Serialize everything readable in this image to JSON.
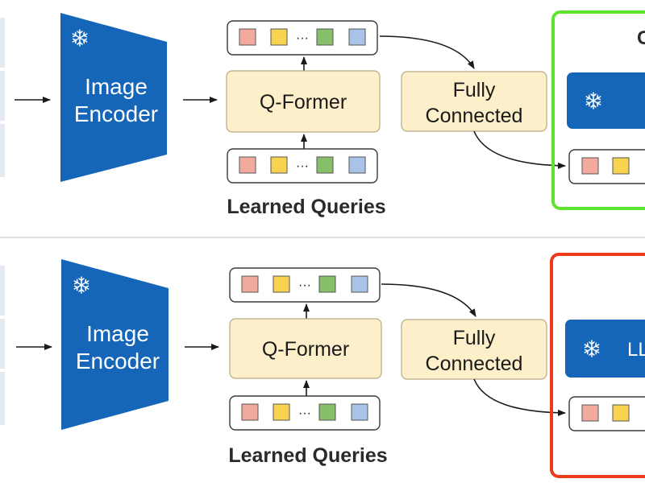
{
  "colors": {
    "encoder_blue": "#1565b8",
    "qformer_fill": "#fcefc9",
    "qformer_stroke": "#b7ab84",
    "token_row_stroke": "#3a3a3a",
    "token_red": "#f3aa9e",
    "token_yellow": "#f7d34f",
    "token_green": "#86c06b",
    "token_blue": "#a9c2e8",
    "frame_green": "#5ce42f",
    "frame_red": "#ed3b1b",
    "divider": "#d6d6d6"
  },
  "icons": {
    "frozen": "snowflake-icon"
  },
  "top_panel": {
    "encoder_label_line1": "Image",
    "encoder_label_line2": "Encoder",
    "qformer_label": "Q-Former",
    "fc_label_line1": "Fully",
    "fc_label_line2": "Connected",
    "queries_label": "Learned Queries",
    "token_ellipsis": "···",
    "frame_title_fragment": "C"
  },
  "bottom_panel": {
    "encoder_label_line1": "Image",
    "encoder_label_line2": "Encoder",
    "qformer_label": "Q-Former",
    "fc_label_line1": "Fully",
    "fc_label_line2": "Connected",
    "queries_label": "Learned Queries",
    "token_ellipsis": "···",
    "llm_label_fragment": "LL"
  }
}
